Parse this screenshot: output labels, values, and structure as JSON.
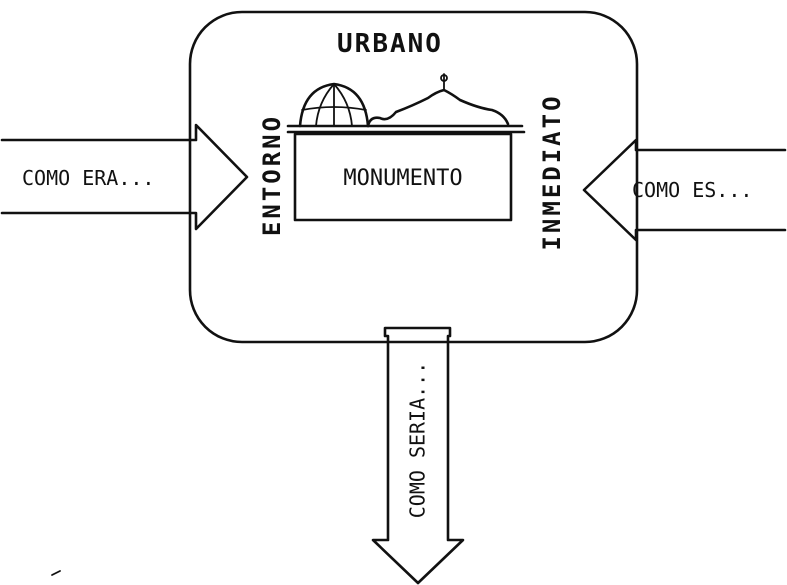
{
  "diagram": {
    "urbano": "URBANO",
    "entorno": "ENTORNO",
    "inmediato": "INMEDIATO",
    "monumento": "MONUMENTO",
    "arrow_left": "COMO ERA...",
    "arrow_right": "COMO ES...",
    "arrow_bottom": "COMO SERIA..."
  },
  "colors": {
    "ink": "#111111",
    "paper": "#ffffff"
  }
}
